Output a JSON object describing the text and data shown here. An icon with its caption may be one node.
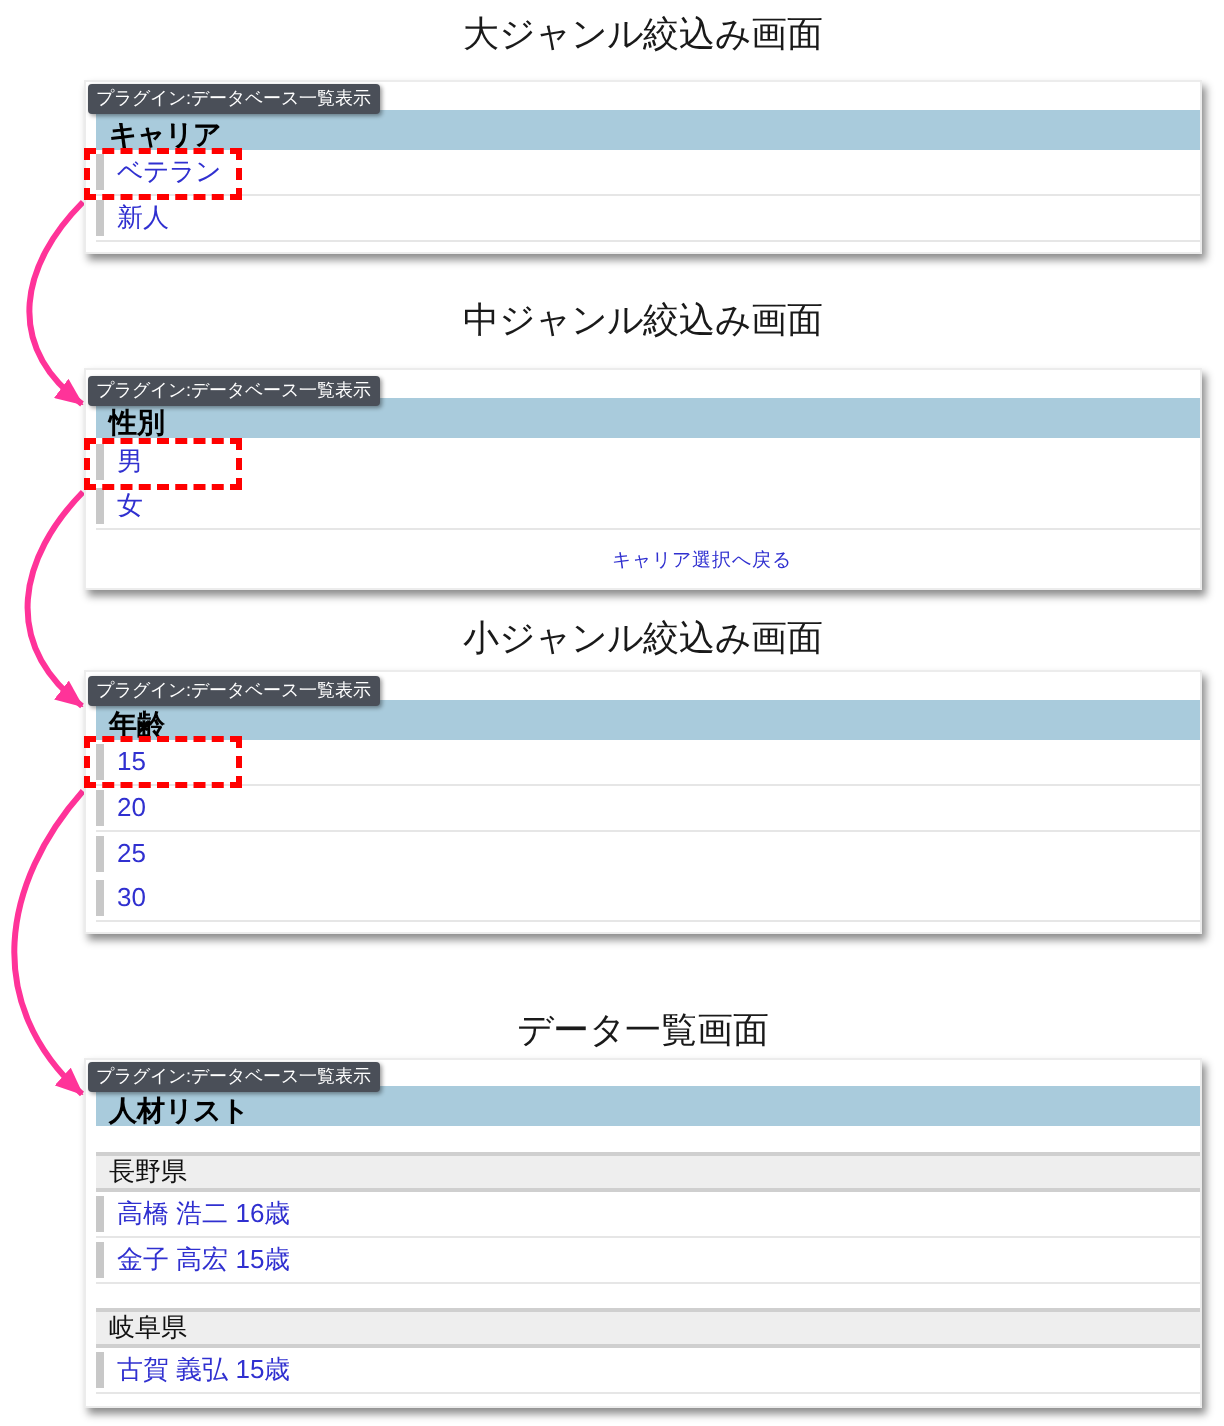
{
  "diagram": {
    "nodes": [
      {
        "text": [
          "大ジャンル絞込み画面"
        ]
      },
      {
        "text": [
          "プラグイン:データベース一覧表示"
        ],
        "in": 0
      },
      {
        "text": [
          "キャリア"
        ],
        "in": 0
      },
      {
        "text": [
          "ベテラン"
        ],
        "in": 0
      },
      {
        "text": [
          "新人"
        ],
        "in": 0
      },
      {
        "text": [
          "中ジャンル絞込み画面"
        ]
      },
      {
        "text": [
          "プラグイン:データベース一覧表示"
        ],
        "in": 5
      },
      {
        "text": [
          "性別"
        ],
        "in": 5
      },
      {
        "text": [
          "男"
        ],
        "in": 5
      },
      {
        "text": [
          "女"
        ],
        "in": 5
      },
      {
        "text": [
          "小ジャンル絞込み画面"
        ]
      },
      {
        "text": [
          "プラグイン:データベース一覧表示"
        ],
        "in": 10
      },
      {
        "text": [
          "年齢"
        ],
        "in": 10
      },
      {
        "text": [
          "15"
        ],
        "in": 10
      },
      {
        "text": [
          "20"
        ],
        "in": 10
      },
      {
        "text": [
          "25"
        ],
        "in": 10
      },
      {
        "text": [
          "30"
        ],
        "in": 10
      },
      {
        "text": [
          "データ一覧画面"
        ]
      },
      {
        "text": [
          "プラグイン:データベース一覧表示"
        ],
        "in": 17
      },
      {
        "text": [
          "人材リスト"
        ],
        "in": 17
      },
      {
        "text": [
          "長野県"
        ],
        "in": 17
      },
      {
        "text": [
          "高橋 浩二 16歳"
        ],
        "in": 17
      },
      {
        "text": [
          "金子 高宏 15歳"
        ],
        "in": 17
      },
      {
        "text": [
          "岐阜県"
        ],
        "in": 17
      },
      {
        "text": [
          "古賀 義弘 15歳"
        ],
        "in": 17
      }
    ],
    "edges": [
      {
        "from": 3,
        "to": 5,
        "arrow": "to"
      },
      {
        "from": 8,
        "to": 10,
        "arrow": "to"
      },
      {
        "from": 13,
        "to": 17,
        "arrow": "to"
      }
    ],
    "labels": [
      "キャリア選択へ戻る"
    ]
  }
}
